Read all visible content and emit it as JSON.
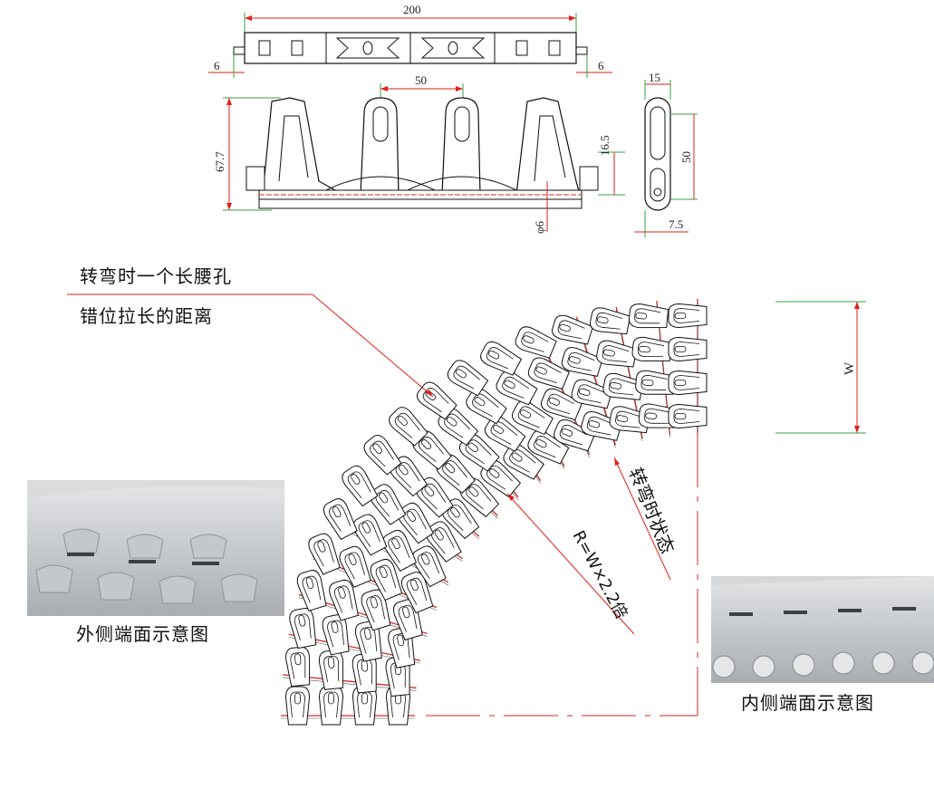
{
  "top_view": {
    "overall_width": "200",
    "left_offset": "6",
    "right_offset": "6"
  },
  "side_view": {
    "height": "67.7",
    "pitch": "50",
    "lug_height": "16.5",
    "pin_dia": "φ6"
  },
  "end_view": {
    "thickness": "15",
    "slot_length": "50",
    "slot_offset": "7.5"
  },
  "curve": {
    "width_label": "W",
    "radius_label": "R=W×2.2倍",
    "state_label": "转弯时状态"
  },
  "annotation": {
    "line1": "转弯时一个长腰孔",
    "line2": "错位拉长的距离"
  },
  "photos": {
    "outer_caption": "外侧端面示意图",
    "inner_caption": "内侧端面示意图"
  },
  "colors": {
    "dim_line": "#e0201b",
    "ext_line": "#3aa040",
    "part": "#111111",
    "pin": "#d22a2a"
  }
}
